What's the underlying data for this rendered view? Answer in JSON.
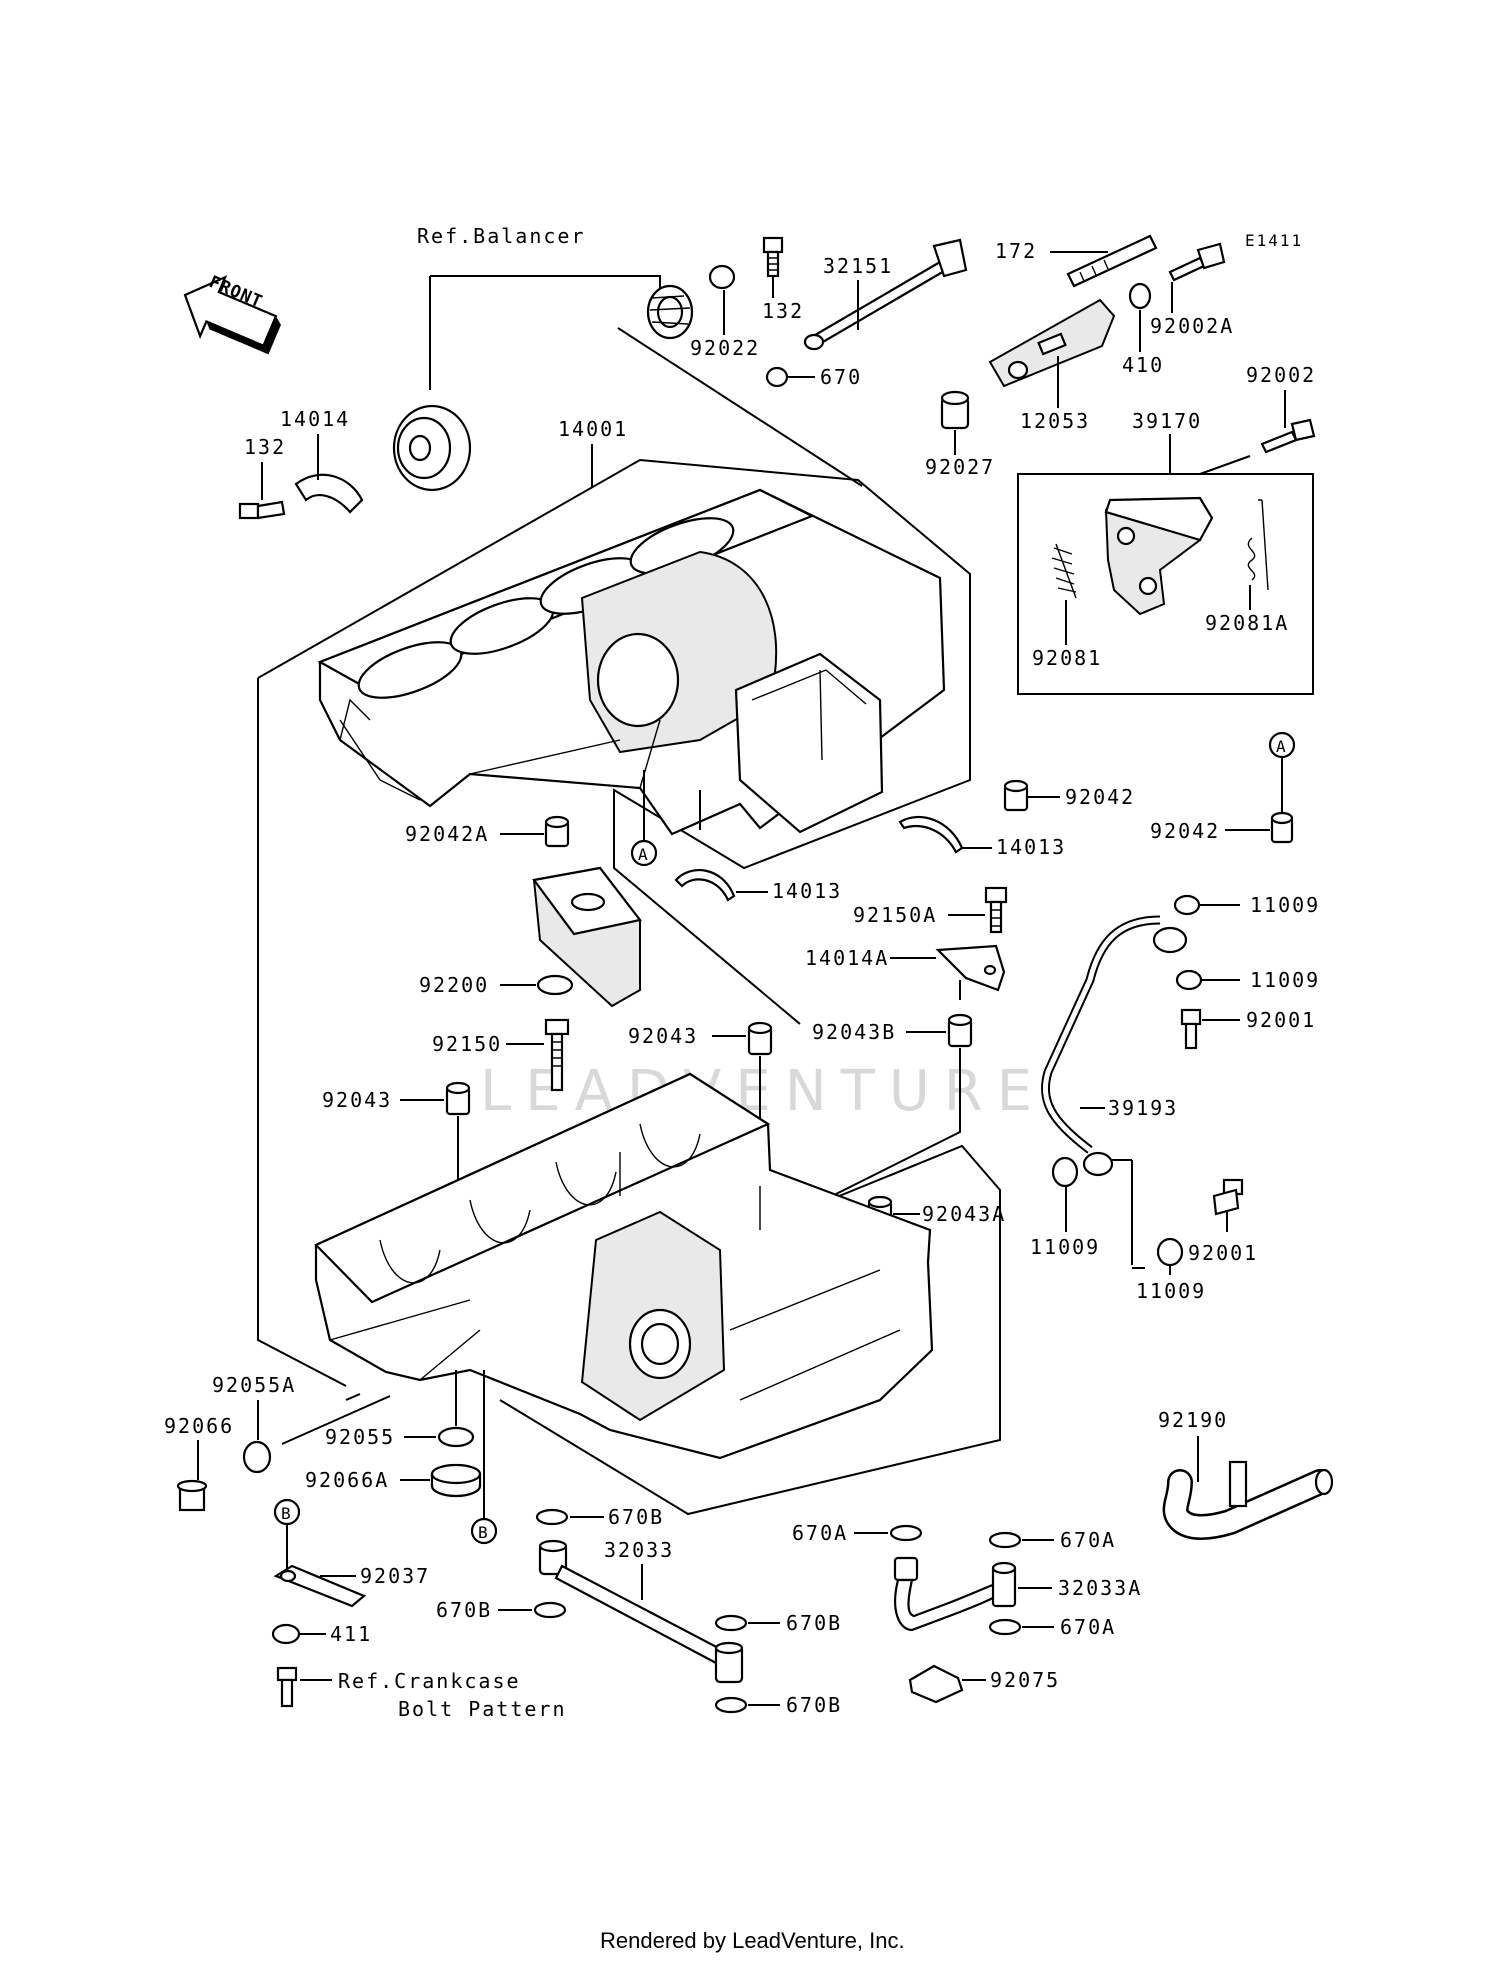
{
  "diagram": {
    "code": "E1411",
    "front_label": "FRONT",
    "ref_balancer": "Ref.Balancer",
    "ref_crankcase_line1": "Ref.Crankcase",
    "ref_crankcase_line2": "Bolt Pattern",
    "watermark": "LEADVENTURE",
    "footer": "Rendered by LeadVenture, Inc."
  },
  "callouts": [
    {
      "id": "c_132a",
      "text": "132"
    },
    {
      "id": "c_92022",
      "text": "92022"
    },
    {
      "id": "c_32151",
      "text": "32151"
    },
    {
      "id": "c_670",
      "text": "670"
    },
    {
      "id": "c_172",
      "text": "172"
    },
    {
      "id": "c_92002A",
      "text": "92002A"
    },
    {
      "id": "c_410",
      "text": "410"
    },
    {
      "id": "c_12053",
      "text": "12053"
    },
    {
      "id": "c_92027",
      "text": "92027"
    },
    {
      "id": "c_39170",
      "text": "39170"
    },
    {
      "id": "c_92002",
      "text": "92002"
    },
    {
      "id": "c_92081A",
      "text": "92081A"
    },
    {
      "id": "c_92081",
      "text": "92081"
    },
    {
      "id": "c_14014",
      "text": "14014"
    },
    {
      "id": "c_132b",
      "text": "132"
    },
    {
      "id": "c_14001",
      "text": "14001"
    },
    {
      "id": "c_92042",
      "text": "92042"
    },
    {
      "id": "c_92042b",
      "text": "92042"
    },
    {
      "id": "c_92042A",
      "text": "92042A"
    },
    {
      "id": "c_14013a",
      "text": "14013"
    },
    {
      "id": "c_14013b",
      "text": "14013"
    },
    {
      "id": "c_92150A",
      "text": "92150A"
    },
    {
      "id": "c_14014A",
      "text": "14014A"
    },
    {
      "id": "c_11009a",
      "text": "11009"
    },
    {
      "id": "c_11009b",
      "text": "11009"
    },
    {
      "id": "c_92001a",
      "text": "92001"
    },
    {
      "id": "c_92200",
      "text": "92200"
    },
    {
      "id": "c_92043a",
      "text": "92043"
    },
    {
      "id": "c_92043B",
      "text": "92043B"
    },
    {
      "id": "c_92150",
      "text": "92150"
    },
    {
      "id": "c_92043b",
      "text": "92043"
    },
    {
      "id": "c_39193",
      "text": "39193"
    },
    {
      "id": "c_92043A",
      "text": "92043A"
    },
    {
      "id": "c_11009c",
      "text": "11009"
    },
    {
      "id": "c_92001b",
      "text": "92001"
    },
    {
      "id": "c_11009d",
      "text": "11009"
    },
    {
      "id": "c_92055A",
      "text": "92055A"
    },
    {
      "id": "c_92066",
      "text": "92066"
    },
    {
      "id": "c_92055",
      "text": "92055"
    },
    {
      "id": "c_92066A",
      "text": "92066A"
    },
    {
      "id": "c_92190",
      "text": "92190"
    },
    {
      "id": "c_670B_a",
      "text": "670B"
    },
    {
      "id": "c_32033",
      "text": "32033"
    },
    {
      "id": "c_670A_a",
      "text": "670A"
    },
    {
      "id": "c_670A_b",
      "text": "670A"
    },
    {
      "id": "c_32033A",
      "text": "32033A"
    },
    {
      "id": "c_670A_c",
      "text": "670A"
    },
    {
      "id": "c_92037",
      "text": "92037"
    },
    {
      "id": "c_670B_b",
      "text": "670B"
    },
    {
      "id": "c_670B_c",
      "text": "670B"
    },
    {
      "id": "c_411",
      "text": "411"
    },
    {
      "id": "c_92075",
      "text": "92075"
    },
    {
      "id": "c_670B_d",
      "text": "670B"
    }
  ],
  "markers": [
    {
      "id": "m_A1",
      "text": "A"
    },
    {
      "id": "m_A2",
      "text": "A"
    },
    {
      "id": "m_B1",
      "text": "B"
    },
    {
      "id": "m_B2",
      "text": "B"
    }
  ]
}
